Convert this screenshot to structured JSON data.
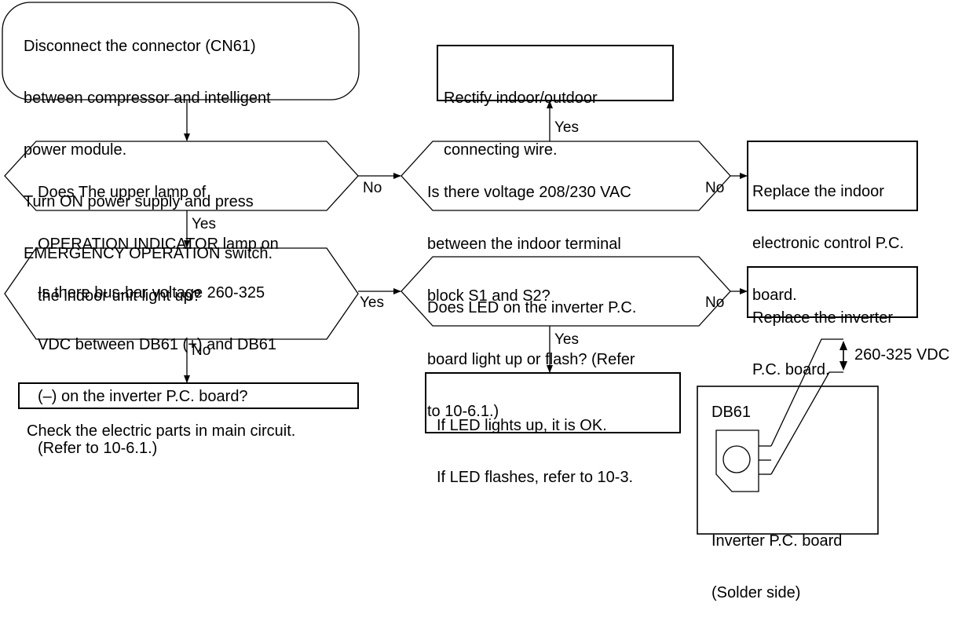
{
  "start_box": {
    "lines": [
      "Disconnect the connector (CN61)",
      "between compressor and intelligent",
      "power module.",
      "Turn ON power supply and press",
      "EMERGENCY OPERATION switch."
    ]
  },
  "decision_lamp": {
    "lines": [
      "Does The upper lamp of",
      "OPERATION INDICATOR lamp on",
      "the indoor unit light up?"
    ]
  },
  "decision_voltage_ac": {
    "lines": [
      "Is there voltage 208/230 VAC",
      "between the indoor terminal",
      "block S1 and S2?"
    ]
  },
  "action_rectify_wire": {
    "lines": [
      "Rectify indoor/outdoor",
      "connecting wire."
    ]
  },
  "action_replace_indoor": {
    "lines": [
      "Replace the indoor",
      "electronic control P.C.",
      "board."
    ]
  },
  "decision_busbar": {
    "lines": [
      "Is there bus-bar voltage 260-325",
      "VDC between DB61 (+) and DB61",
      "(–) on the inverter P.C. board?",
      "(Refer to 10-6.1.)"
    ]
  },
  "decision_led": {
    "lines": [
      "Does LED on the inverter P.C.",
      "board light up or flash? (Refer",
      "to 10-6.1.)"
    ]
  },
  "action_replace_inverter": {
    "lines": [
      "Replace the inverter",
      "P.C. board."
    ]
  },
  "action_check_parts": {
    "lines": [
      "Check the electric parts in main circuit."
    ]
  },
  "result_led": {
    "lines": [
      "If LED lights up, it is OK.",
      "If LED flashes, refer to 10-3."
    ]
  },
  "edge_labels": {
    "lamp_no": "No",
    "lamp_yes": "Yes",
    "voltage_ac_yes": "Yes",
    "voltage_ac_no": "No",
    "busbar_yes": "Yes",
    "busbar_no": "No",
    "led_no": "No",
    "led_yes": "Yes"
  },
  "inset": {
    "component_label": "DB61",
    "voltage_label": "260-325 VDC",
    "board_caption": [
      "Inverter P.C. board",
      "(Solder side)"
    ]
  }
}
